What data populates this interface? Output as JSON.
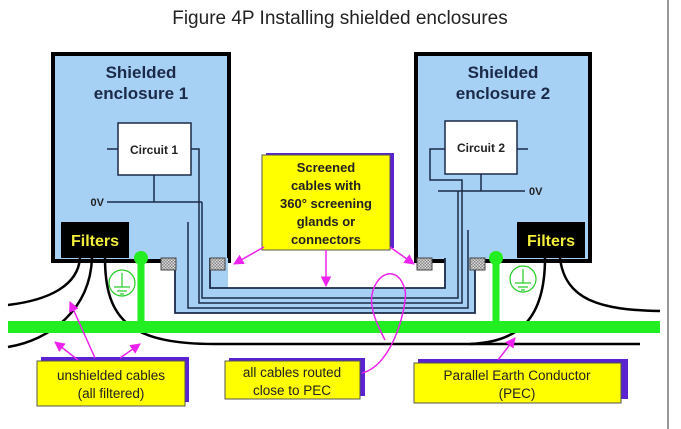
{
  "figure": {
    "title": "Figure 4P    Installing shielded enclosures"
  },
  "enclosures": [
    {
      "title_line1": "Shielded",
      "title_line2": "enclosure 1",
      "circuit": "Circuit 1",
      "ground_label": "0V",
      "filter_label": "Filters"
    },
    {
      "title_line1": "Shielded",
      "title_line2": "enclosure 2",
      "circuit": "Circuit 2",
      "ground_label": "0V",
      "filter_label": "Filters"
    }
  ],
  "callouts": {
    "screened": [
      "Screened",
      "cables with",
      "360° screening",
      "glands or",
      "connectors"
    ],
    "unshielded": [
      "unshielded cables",
      "(all filtered)"
    ],
    "routed": [
      "all cables routed",
      "close to PEC"
    ],
    "pec": [
      "Parallel Earth Conductor",
      "(PEC)"
    ]
  },
  "colors": {
    "enclosure_fill": "#a7d0f5",
    "pec_green": "#22ee22",
    "callout_fill": "#ffff00",
    "callout_shadow": "#5a22d0",
    "arrow_magenta": "#ee22ee",
    "filter_black": "#000000"
  }
}
